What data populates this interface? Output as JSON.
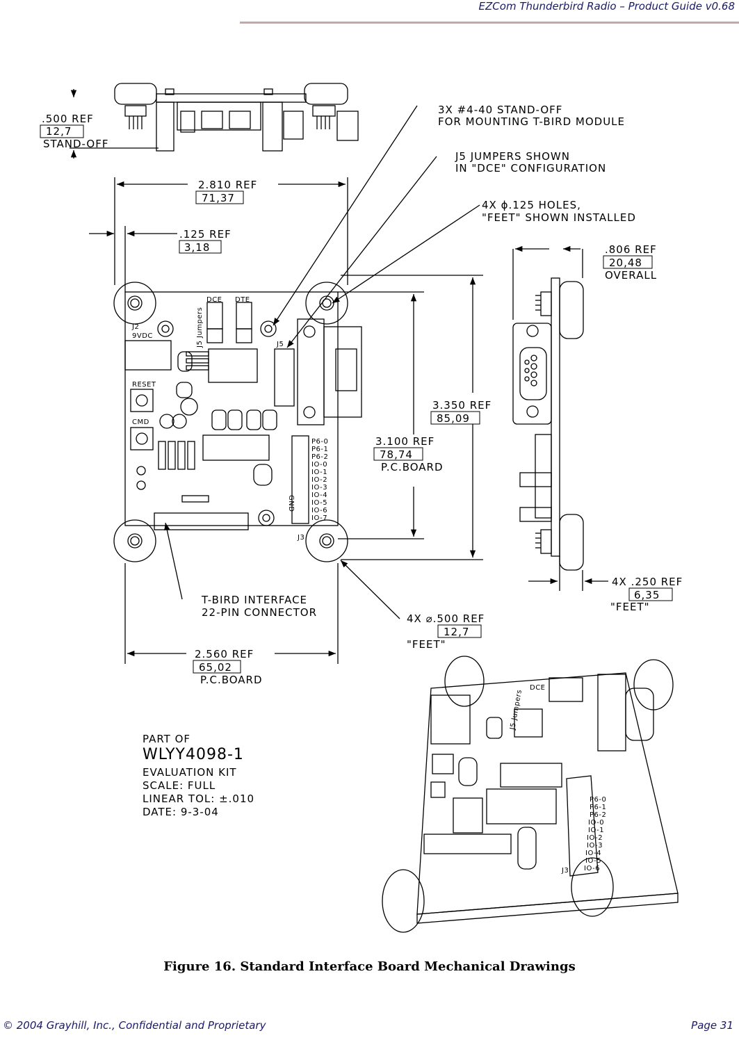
{
  "header": {
    "title": "EZCom Thunderbird Radio – Product Guide v0.68"
  },
  "drawing": {
    "callouts": {
      "standoff_height": {
        "value": ".500   REF",
        "metric": "12,7",
        "note": "STAND-OFF"
      },
      "standoff_mount": {
        "line1": "3X  #4-40  STAND-OFF",
        "line2": "FOR  MOUNTING  T-BIRD  MODULE"
      },
      "jumpers_shown": {
        "line1": "J5  JUMPERS  SHOWN",
        "line2": "IN  \"DCE\"  CONFIGURATION"
      },
      "holes": {
        "line1": "4X  ϕ.125  HOLES,",
        "line2": "\"FEET\"  SHOWN  INSTALLED"
      },
      "width_ref": {
        "value": "2.810   REF",
        "metric": "71,37"
      },
      "offset_ref": {
        "value": ".125   REF",
        "metric": "3,18"
      },
      "overall_ref": {
        "value": ".806      REF",
        "metric": "20,48",
        "note": "OVERALL"
      },
      "height_ref": {
        "value": "3.350   REF",
        "metric": "85,09"
      },
      "pcb_height": {
        "value": "3.100   REF",
        "metric": "78,74",
        "note": "P.C.BOARD"
      },
      "feet_height": {
        "value": "4X  .250   REF",
        "metric": "6,35",
        "note": "\"FEET\""
      },
      "interface": {
        "line1": "T-BIRD  INTERFACE",
        "line2": "22-PIN  CONNECTOR"
      },
      "feet_dia": {
        "value": "4X  ⌀.500   REF",
        "metric": "12,7",
        "note": "\"FEET\""
      },
      "pcb_width": {
        "value": "2.560   REF",
        "metric": "65,02",
        "note": "P.C.BOARD"
      }
    },
    "board_labels": {
      "dce": "DCE",
      "dte": "DTE",
      "jumpers": "J5 Jumpers",
      "j2": "J2",
      "vdc": "9VDC",
      "j5": "J5",
      "reset": "RESET",
      "cmd": "CMD",
      "gnd": "GND",
      "j3": "J3",
      "pins": [
        "P6-0",
        "P6-1",
        "P6-2",
        "IO-0",
        "IO-1",
        "IO-2",
        "IO-3",
        "IO-4",
        "IO-5",
        "IO-6",
        "IO-7"
      ]
    },
    "iso_labels": {
      "jumpers": "J5 Jumpers",
      "dce": "DCE",
      "j3": "J3",
      "pins": [
        "P6-0",
        "P6-1",
        "P6-2",
        "IO-0",
        "IO-1",
        "IO-2",
        "IO-3",
        "IO-4",
        "IO-5",
        "IO-6"
      ]
    },
    "title_block": {
      "part_of": "PART OF",
      "part_number": "WLYY4098-1",
      "kit": "EVALUATION KIT",
      "scale": "SCALE:  FULL",
      "tolerance": "LINEAR  TOL:  ±.010",
      "date": "DATE:  9-3-04"
    }
  },
  "caption": "Figure 16.  Standard Interface Board Mechanical Drawings",
  "footer": {
    "left": "© 2004 Grayhill, Inc., Confidential and Proprietary",
    "right": "Page 31"
  }
}
